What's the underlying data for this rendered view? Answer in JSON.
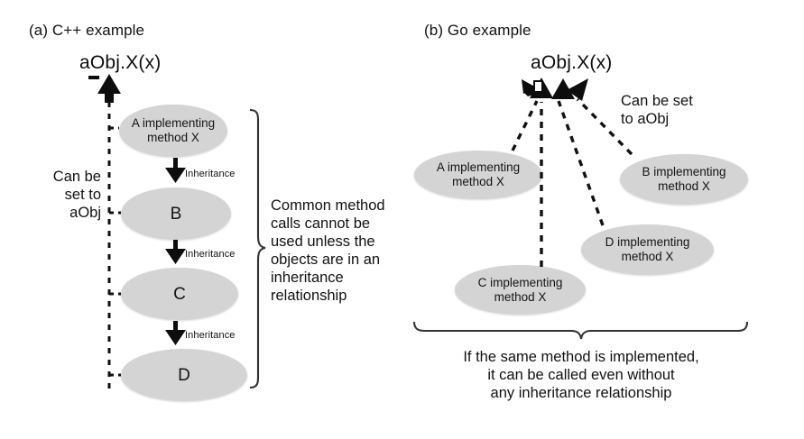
{
  "figure": {
    "panels": [
      {
        "id": "cpp",
        "title": "(a) C++ example",
        "call_label": "aObj.X(x)",
        "left_note": "Can be\nset to\naObj",
        "right_note": "Common method\ncalls cannot be\nused unless the\nobjects are in an\ninheritance\nrelationship",
        "nodes": [
          {
            "label": "A implementing\nmethod X",
            "size": "small"
          },
          {
            "label": "B",
            "size": "big"
          },
          {
            "label": "C",
            "size": "big"
          },
          {
            "label": "D",
            "size": "big"
          }
        ],
        "edge_labels": [
          "Inheritance",
          "Inheritance",
          "Inheritance"
        ]
      },
      {
        "id": "go",
        "title": "(b) Go example",
        "call_label": "aObj.X(x)",
        "side_note": "Can be set\nto aObj",
        "bottom_note": "If the same method is implemented,\nit can be called even without\nany inheritance relationship",
        "nodes": [
          {
            "label": "A implementing\nmethod X"
          },
          {
            "label": "B implementing\nmethod X"
          },
          {
            "label": "C implementing\nmethod X"
          },
          {
            "label": "D implementing\nmethod X"
          }
        ]
      }
    ]
  },
  "colors": {
    "ellipse_fill": "#d4d4d4",
    "stroke": "#1a1a1a",
    "background": "#ffffff"
  }
}
